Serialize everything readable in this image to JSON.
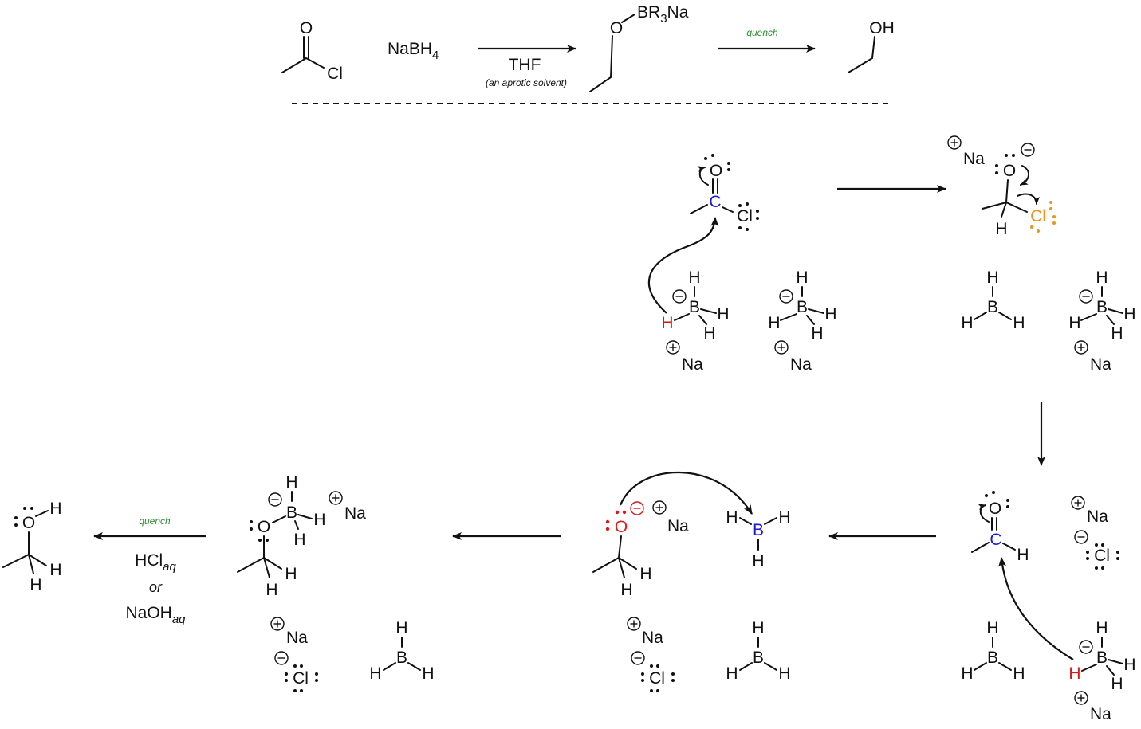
{
  "colors": {
    "ink": "#111111",
    "quench_green": "#2e8b2e",
    "carbon_blue": "#1a1ad6",
    "hydride_red": "#d61a1a",
    "chloride_orange": "#e8961e",
    "oxygen_red": "#d61a1a"
  },
  "overview": {
    "reactant": {
      "o": "O",
      "cl": "Cl"
    },
    "reagent": {
      "base": "NaBH",
      "sub": "4"
    },
    "arrow1": {
      "solvent": "THF",
      "note": "(an aprotic solvent)"
    },
    "intermediate": {
      "o": "O",
      "br": "BR",
      "br_sub": "3",
      "na": "Na"
    },
    "arrow2": {
      "label": "quench"
    },
    "product": {
      "oh": "OH"
    }
  },
  "step1": {
    "acyl": {
      "o": "O",
      "c": "C",
      "cl": "Cl"
    },
    "borohydride_a": {
      "h_top": "H",
      "b": "B",
      "h_right": "H",
      "h_bottom": "H",
      "h_attack": "H",
      "na": "Na"
    },
    "borohydride_b": {
      "h_top": "H",
      "b": "B",
      "h_right": "H",
      "h_bottom": "H",
      "h_left": "H",
      "na": "Na"
    }
  },
  "step2": {
    "tetrahedral": {
      "na": "Na",
      "o": "O",
      "h": "H",
      "cl": "Cl"
    },
    "borane": {
      "h_top": "H",
      "b": "B",
      "h_left": "H",
      "h_right": "H"
    },
    "borohydride": {
      "h_top": "H",
      "b": "B",
      "h_right": "H",
      "h_bottom": "H",
      "h_left": "H",
      "na": "Na"
    }
  },
  "step3": {
    "aldehyde": {
      "o": "O",
      "c": "C",
      "h": "H"
    },
    "salt": {
      "na": "Na",
      "cl": "Cl"
    },
    "borane": {
      "h_top": "H",
      "b": "B",
      "h_left": "H",
      "h_right": "H"
    },
    "borohydride": {
      "h_top": "H",
      "b": "B",
      "h_right": "H",
      "h_bottom": "H",
      "h_attack": "H",
      "na": "Na"
    }
  },
  "step4": {
    "alkoxide": {
      "o": "O",
      "na": "Na",
      "h1": "H",
      "h2": "H"
    },
    "borane": {
      "h_left": "H",
      "b": "B",
      "h_right": "H",
      "h_bottom": "H"
    },
    "salt": {
      "na": "Na",
      "cl": "Cl"
    },
    "borane_b": {
      "h_top": "H",
      "b": "B",
      "h_left": "H",
      "h_right": "H"
    }
  },
  "step5": {
    "borate": {
      "h_top": "H",
      "b": "B",
      "h_right": "H",
      "h_bottom": "H",
      "o": "O",
      "na": "Na",
      "h1": "H",
      "h2": "H"
    },
    "salt": {
      "na": "Na",
      "cl": "Cl"
    },
    "borane": {
      "h_top": "H",
      "b": "B",
      "h_left": "H",
      "h_right": "H"
    }
  },
  "final_arrow": {
    "quench": "quench",
    "acid": "HCl",
    "acid_sub": "aq",
    "or": "or",
    "base": "NaOH",
    "base_sub": "aq"
  },
  "alcohol": {
    "o": "O",
    "h_oh": "H",
    "h1": "H",
    "h2": "H"
  }
}
